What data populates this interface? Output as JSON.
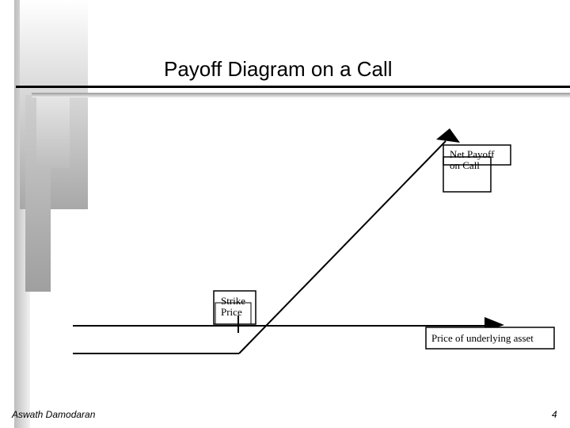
{
  "slide": {
    "title": "Payoff Diagram on a Call",
    "footer_author": "Aswath Damodaran",
    "page_number": "4"
  },
  "diagram": {
    "label_net_payoff": "Net Payoff\non Call",
    "label_strike": "Strike\nPrice",
    "label_x_axis": "Price of underlying asset"
  }
}
